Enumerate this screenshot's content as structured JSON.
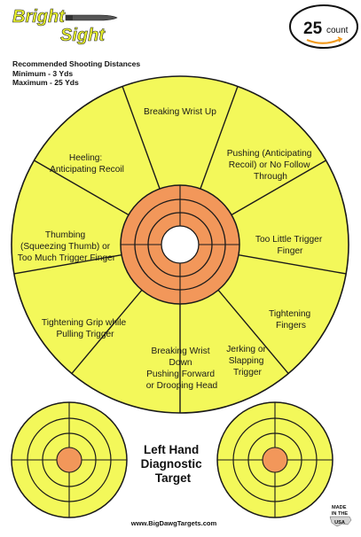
{
  "brand": {
    "line1": "Bright",
    "line2": "Sight"
  },
  "count_badge": {
    "number": "25",
    "word": "count"
  },
  "distances": {
    "heading": "Recommended Shooting Distances",
    "minimum": "Minimum - 3 Yds",
    "maximum": "Maximum - 25 Yds"
  },
  "segments": [
    {
      "lines": [
        "Breaking Wrist Up"
      ]
    },
    {
      "lines": [
        "Pushing (Anticipating",
        "Recoil) or No Follow",
        "Through"
      ]
    },
    {
      "lines": [
        "Too Little Trigger",
        "Finger"
      ]
    },
    {
      "lines": [
        "Tightening",
        "Fingers"
      ]
    },
    {
      "lines": [
        "Jerking or",
        "Slapping",
        "Trigger"
      ]
    },
    {
      "lines": [
        "Breaking Wrist",
        "Down",
        "Pushing Forward",
        "or Drooping Head"
      ]
    },
    {
      "lines": [
        "Tightening Grip while",
        "Pulling Trigger"
      ]
    },
    {
      "lines": [
        "Thumbing",
        "(Squeezing Thumb) or",
        "Too Much Trigger Finger"
      ]
    },
    {
      "lines": [
        "Heeling:",
        "Anticipating Recoil"
      ]
    }
  ],
  "target_title": [
    "Left Hand",
    "Diagnostic",
    "Target"
  ],
  "website": "www.BigDawgTargets.com",
  "made_in": [
    "MADE",
    "IN THE",
    "USA"
  ],
  "colors": {
    "yellow": "#f3f85a",
    "orange": "#f2975a",
    "outline": "#1a1a1a",
    "brand": "#e9f22a"
  },
  "icons": [
    "bullet-icon",
    "amazon-smile-icon",
    "usa-map-icon"
  ]
}
